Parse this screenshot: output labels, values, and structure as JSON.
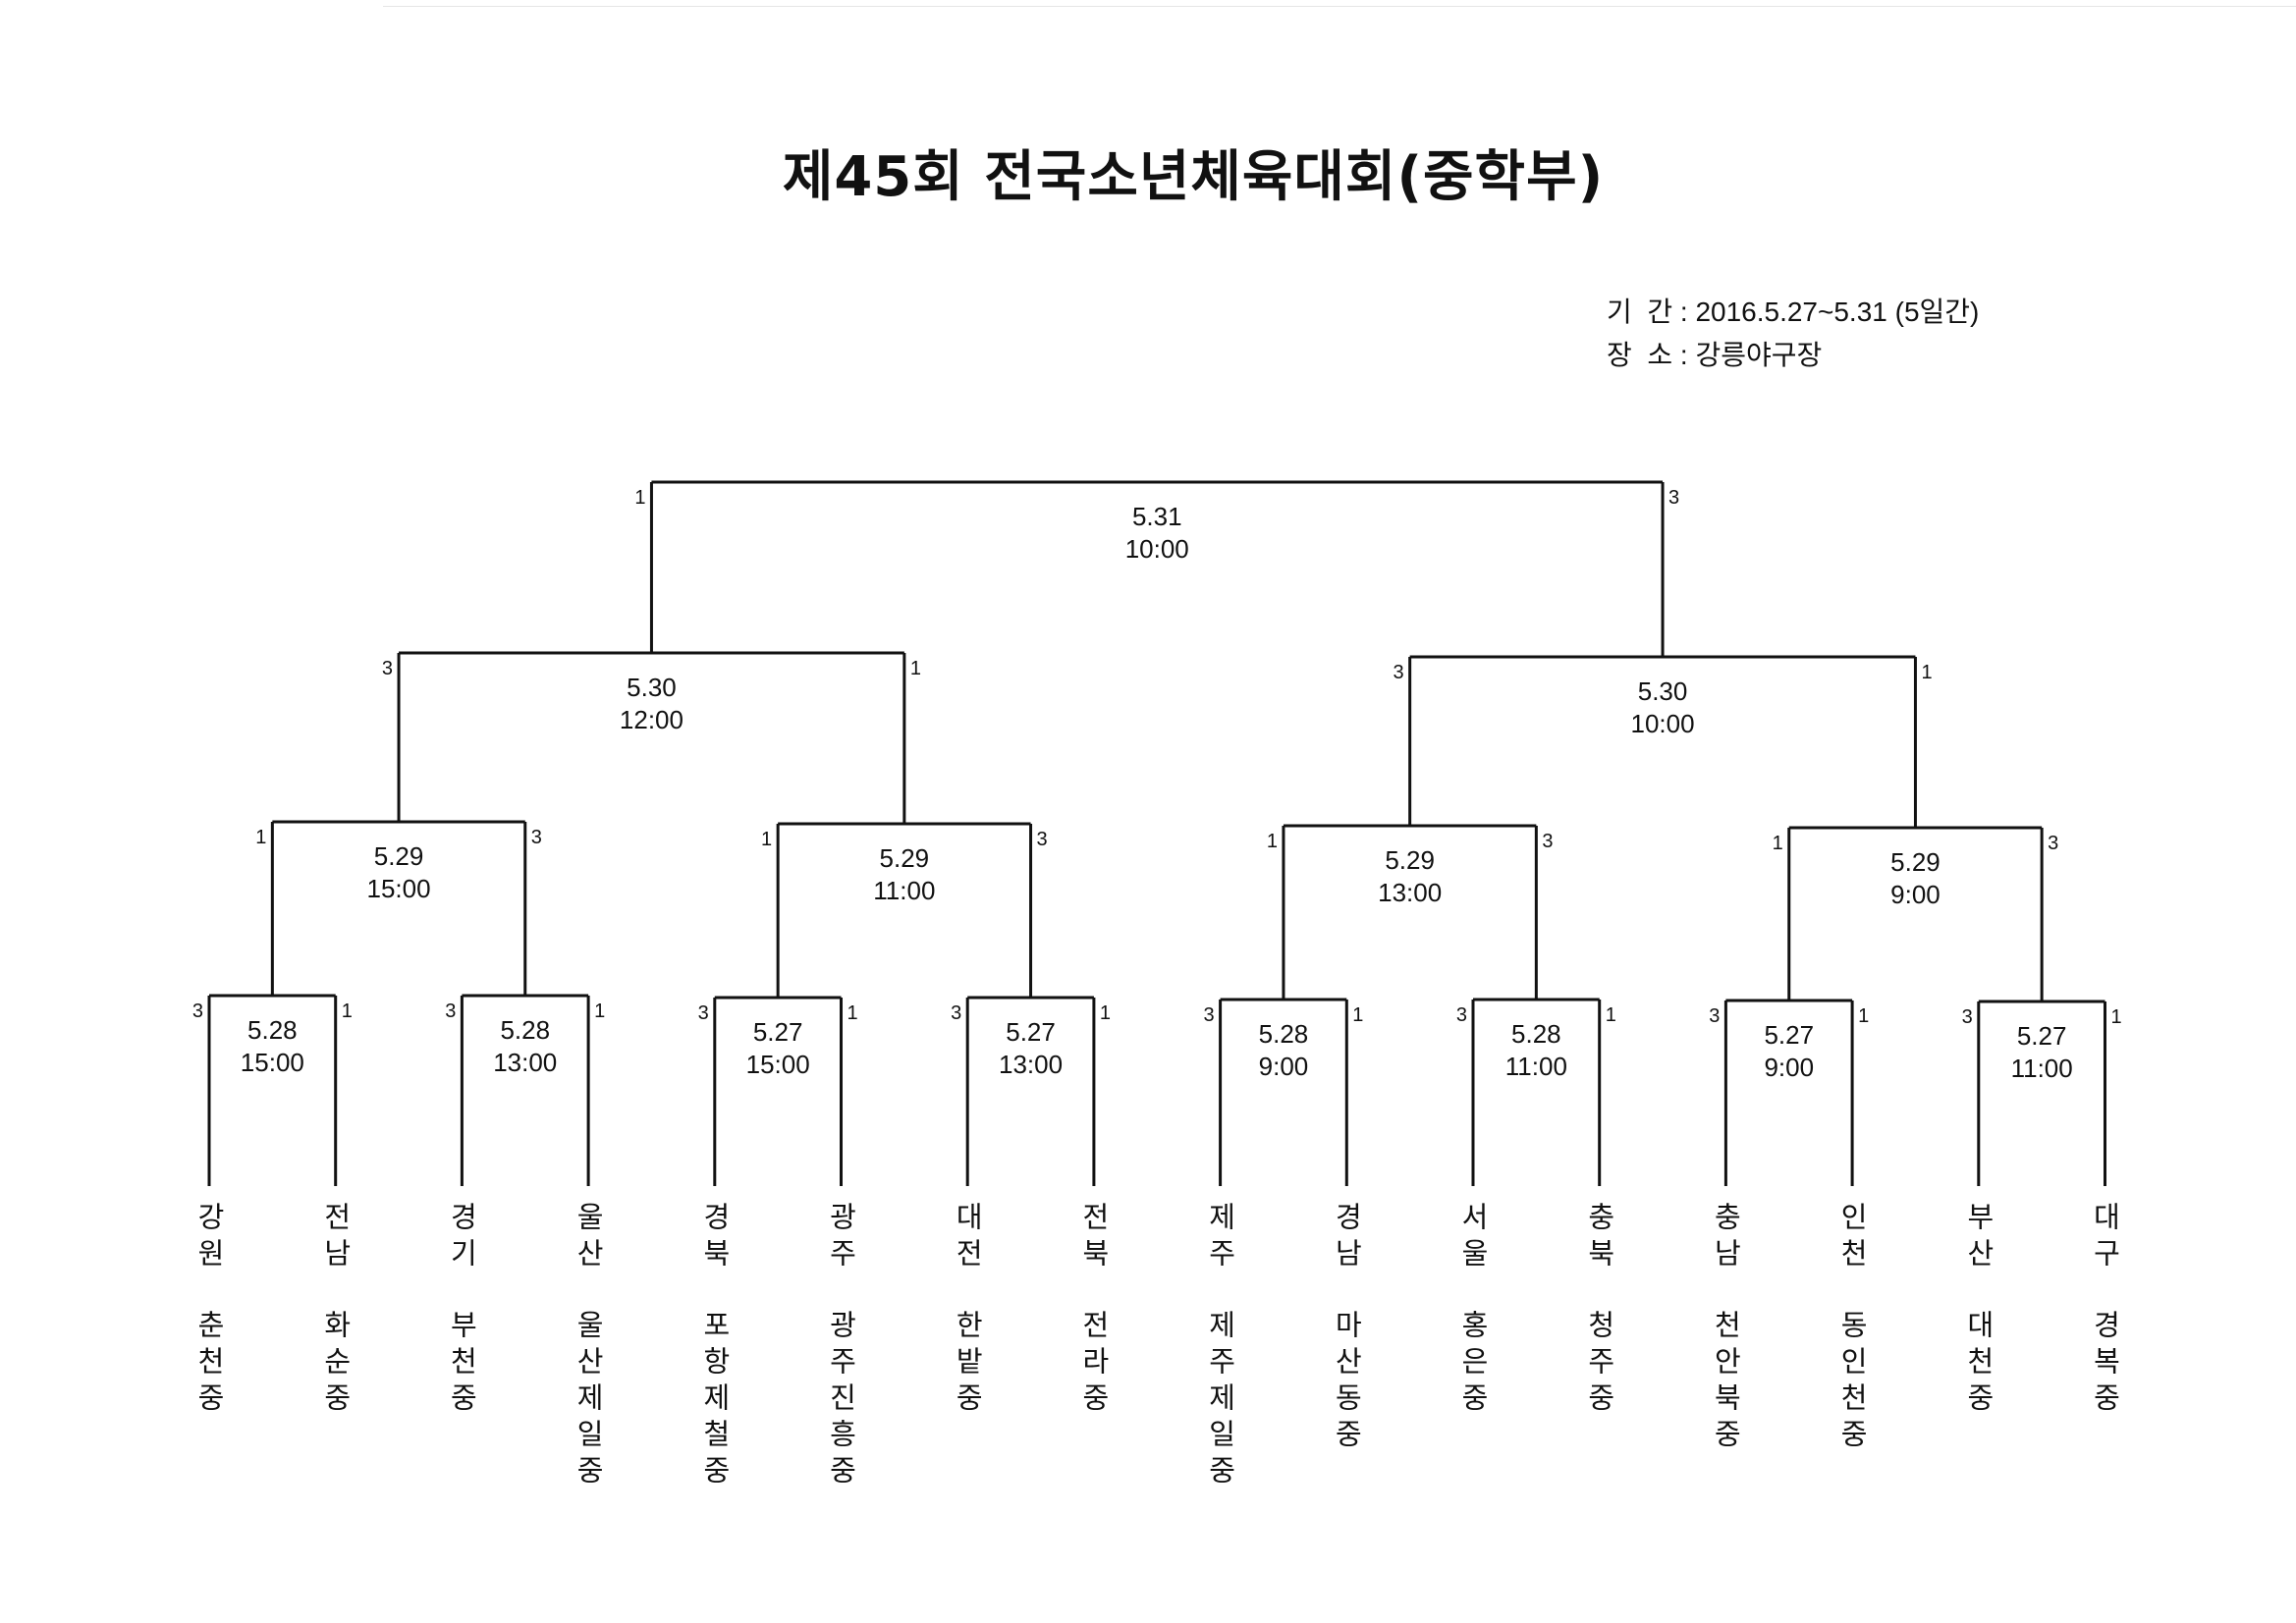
{
  "title": "제45회 전국소년체육대회(중학부)",
  "info": {
    "period_label": "기  간",
    "period_value": "2016.5.27~5.31 (5일간)",
    "venue_label": "장  소",
    "venue_value": "강릉야구장"
  },
  "teams": [
    {
      "region": "강원",
      "school": "춘천중"
    },
    {
      "region": "전남",
      "school": "화순중"
    },
    {
      "region": "경기",
      "school": "부천중"
    },
    {
      "region": "울산",
      "school": "울산제일중"
    },
    {
      "region": "경북",
      "school": "포항제철중"
    },
    {
      "region": "광주",
      "school": "광주진흥중"
    },
    {
      "region": "대전",
      "school": "한밭중"
    },
    {
      "region": "전북",
      "school": "전라중"
    },
    {
      "region": "제주",
      "school": "제주제일중"
    },
    {
      "region": "경남",
      "school": "마산동중"
    },
    {
      "region": "서울",
      "school": "홍은중"
    },
    {
      "region": "충북",
      "school": "청주중"
    },
    {
      "region": "충남",
      "school": "천안북중"
    },
    {
      "region": "인천",
      "school": "동인천중"
    },
    {
      "region": "부산",
      "school": "대천중"
    },
    {
      "region": "대구",
      "school": "경복중"
    }
  ],
  "rounds": [
    [
      {
        "date": "5.28",
        "time": "15:00",
        "left_score": "3",
        "right_score": "1"
      },
      {
        "date": "5.28",
        "time": "13:00",
        "left_score": "3",
        "right_score": "1"
      },
      {
        "date": "5.27",
        "time": "15:00",
        "left_score": "3",
        "right_score": "1"
      },
      {
        "date": "5.27",
        "time": "13:00",
        "left_score": "3",
        "right_score": "1"
      },
      {
        "date": "5.28",
        "time": "9:00",
        "left_score": "3",
        "right_score": "1"
      },
      {
        "date": "5.28",
        "time": "11:00",
        "left_score": "3",
        "right_score": "1"
      },
      {
        "date": "5.27",
        "time": "9:00",
        "left_score": "3",
        "right_score": "1"
      },
      {
        "date": "5.27",
        "time": "11:00",
        "left_score": "3",
        "right_score": "1"
      }
    ],
    [
      {
        "date": "5.29",
        "time": "15:00",
        "left_score": "1",
        "right_score": "3"
      },
      {
        "date": "5.29",
        "time": "11:00",
        "left_score": "1",
        "right_score": "3"
      },
      {
        "date": "5.29",
        "time": "13:00",
        "left_score": "1",
        "right_score": "3"
      },
      {
        "date": "5.29",
        "time": "9:00",
        "left_score": "1",
        "right_score": "3"
      }
    ],
    [
      {
        "date": "5.30",
        "time": "12:00",
        "left_score": "3",
        "right_score": "1"
      },
      {
        "date": "5.30",
        "time": "10:00",
        "left_score": "3",
        "right_score": "1"
      }
    ],
    [
      {
        "date": "5.31",
        "time": "10:00",
        "left_score": "1",
        "right_score": "3"
      }
    ]
  ]
}
